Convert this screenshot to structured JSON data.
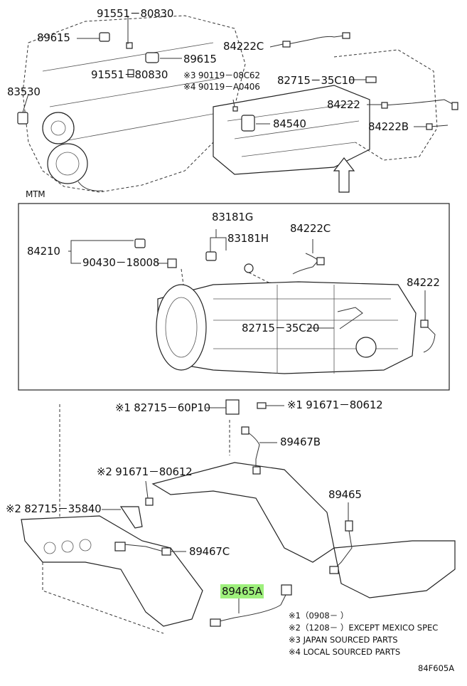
{
  "labels": {
    "l91551a": "91551－80830",
    "l89615a": "89615",
    "l84222c_top": "84222C",
    "l89615b": "89615",
    "l91551b": "91551－80830",
    "l90119_08c62": "※3 90119－08C62",
    "l90119_a0406": "※4 90119－A0406",
    "l82715_35c10": "82715－35C10",
    "l83530": "83530",
    "l84222_top": "84222",
    "l84540": "84540",
    "l84222b": "84222B",
    "mtm": "MTM",
    "l83181g": "83181G",
    "l83181h": "83181H",
    "l84222c_mid": "84222C",
    "l84210": "84210",
    "l90430": "90430－18008",
    "l84222_mid": "84222",
    "l82715_35c20": "82715－35C20",
    "l82715_60p10": "※1 82715－60P10",
    "l91671_a": "※1 91671－80612",
    "l89467b": "89467B",
    "l91671_b": "※2 91671－80612",
    "l89465": "89465",
    "l82715_35840": "※2 82715－35840",
    "l89467c": "89467C",
    "l89465a": "89465A"
  },
  "notes": {
    "n1": "※1（0908－      ）",
    "n2": "※2（1208－      ）EXCEPT MEXICO SPEC",
    "n3": "※3 JAPAN SOURCED PARTS",
    "n4": "※4 LOCAL SOURCED PARTS"
  },
  "figure_code": "84F605A",
  "colors": {
    "highlight": "#9ef07c",
    "ink": "#111111"
  }
}
